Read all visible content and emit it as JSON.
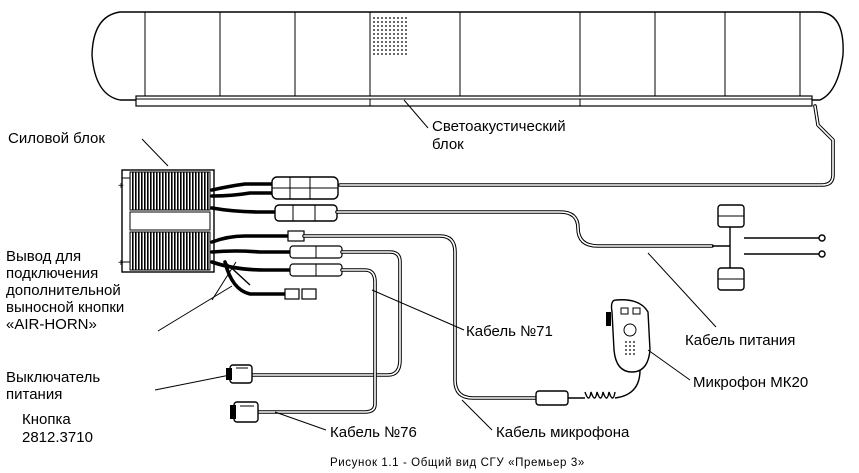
{
  "labels": {
    "power_unit": "Силовой блок",
    "light_sound_unit_1": "Светоакустический",
    "light_sound_unit_2": "блок",
    "output_1": "Вывод для",
    "output_2": "подключения",
    "output_3": "дополнительной",
    "output_4": "выносной кнопки",
    "output_5": "«AIR-HORN»",
    "switch_1": "Выключатель",
    "switch_2": "питания",
    "button_1": "Кнопка",
    "button_2": "2812.3710",
    "cable_71": "Кабель №71",
    "cable_power": "Кабель питания",
    "microphone": "Микрофон МК20",
    "cable_76": "Кабель №76",
    "cable_mic": "Кабель микрофона"
  },
  "caption": "Рисунок 1.1 - Общий вид СГУ «Премьер 3»"
}
